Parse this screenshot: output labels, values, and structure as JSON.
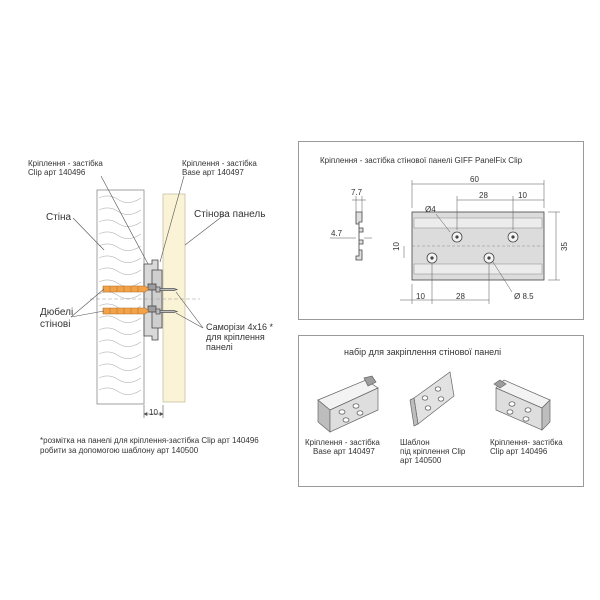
{
  "left": {
    "clip_label": {
      "line1": "Кріплення - застібка",
      "line2": "Clip арт 140496"
    },
    "base_label": {
      "line1": "Кріплення - застібка",
      "line2": "Base арт 140497"
    },
    "wall": "Стіна",
    "panel": "Стінова панель",
    "dowels": {
      "line1": "Дюбелі",
      "line2": "стінові"
    },
    "screws": {
      "line1": "Саморізи 4х16 *",
      "line2": "для кріплення",
      "line3": "панелі"
    },
    "gap": "10",
    "footnote": {
      "line1": "*розмітка на панелі для кріплення-застібка Clip арт 140496",
      "line2": "робити за допомогою шаблону арт 140500"
    }
  },
  "spec": {
    "title": "Кріплення - застібка стінової панелі GIFF PanelFix Clip",
    "dims": {
      "width": "60",
      "top_mid": "28",
      "top_right": "10",
      "profile_top": "7.7",
      "profile_left": "4.7",
      "hole_top": "Ø4",
      "height_left": "10",
      "height_right": "35",
      "bottom_left": "10",
      "bottom_mid": "28",
      "hole_bottom": "Ø 8.5"
    }
  },
  "kit": {
    "title": "набір для закріплення стінової панелі",
    "items": [
      {
        "line1": "Кріплення - застібка",
        "line2": "Base арт 140497"
      },
      {
        "line1": "Шаблон",
        "line2": "під кріплення Clip",
        "line3": "арт 140500"
      },
      {
        "line1": "Кріплення- застібка",
        "line2": "Clip арт 140496"
      }
    ]
  }
}
